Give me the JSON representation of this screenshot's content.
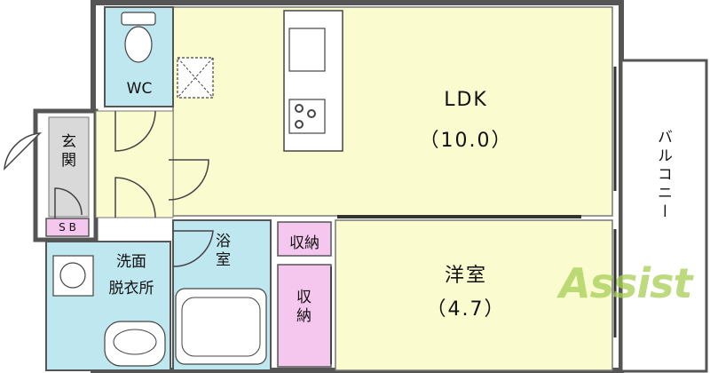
{
  "rooms": {
    "ldk": {
      "name": "LDK",
      "size": "（10.0）"
    },
    "western": {
      "name": "洋室",
      "size": "（4.7）"
    },
    "wc": "WC",
    "entrance": "玄関",
    "sb": "S B",
    "washroom_line1": "洗面",
    "washroom_line2": "脱衣所",
    "bath": "浴室",
    "storage_top": "収納",
    "storage_side": "収納",
    "balcony": "バルコニー"
  },
  "watermark": "Assist",
  "colors": {
    "ldk": "#fbfbd0",
    "wet": "#bfe7f0",
    "storage": "#f5c7ef",
    "western": "#fbfbd0",
    "hall": "#fbfbd0",
    "entrance": "#d9d9d9",
    "balcony": "#ffffff",
    "wall": "#555555",
    "watermark": "#a7cf54"
  }
}
